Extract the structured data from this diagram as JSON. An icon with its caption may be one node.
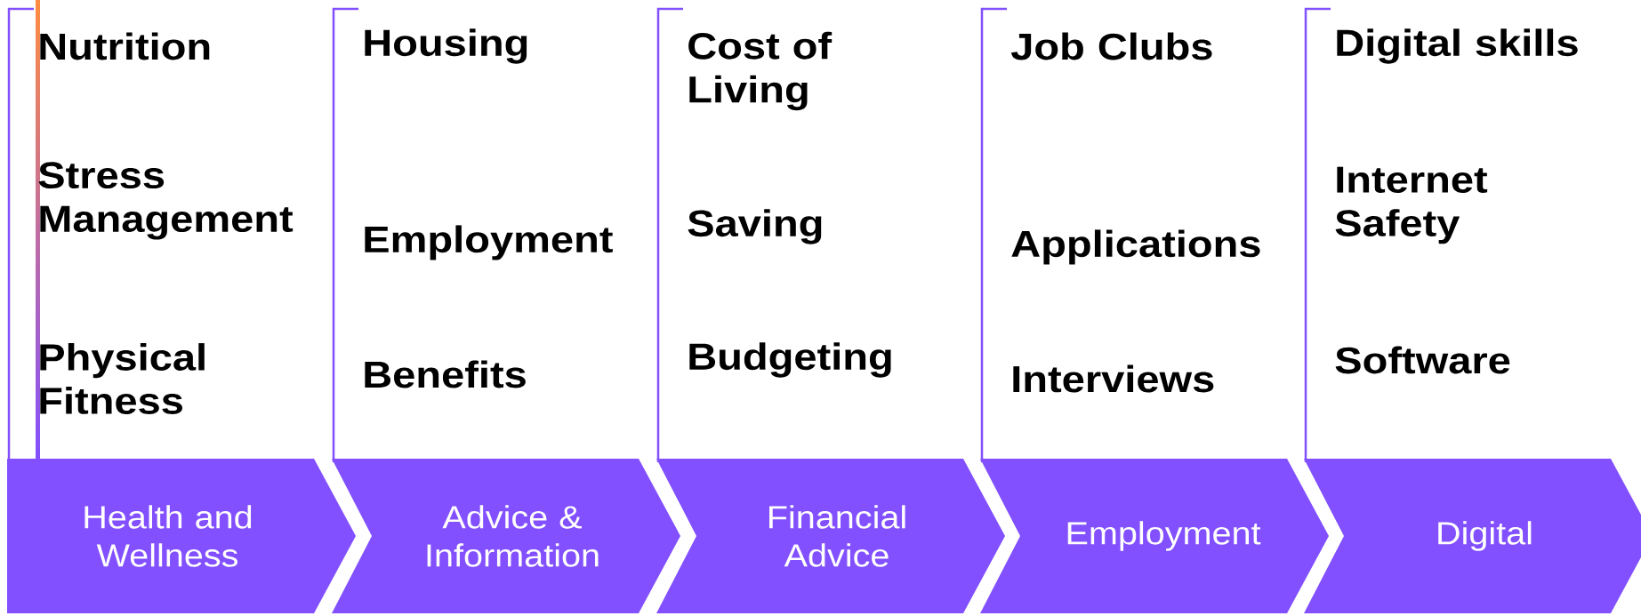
{
  "diagram": {
    "nodes": [
      {
        "text": [
          "Health and Wellness"
        ]
      },
      {
        "text": [
          "Advice & Information"
        ]
      },
      {
        "text": [
          "Financial Advice"
        ]
      },
      {
        "text": [
          "Employment"
        ]
      },
      {
        "text": [
          "Digital"
        ]
      }
    ],
    "labels": [
      "Nutrition",
      "Stress Management",
      "Physical Fitness",
      "Housing",
      "Employment",
      "Benefits",
      "Cost of Living",
      "Saving",
      "Budgeting",
      "Job Clubs",
      "Applications",
      "Interviews",
      "Digital skills",
      "Internet Safety",
      "Software"
    ]
  }
}
